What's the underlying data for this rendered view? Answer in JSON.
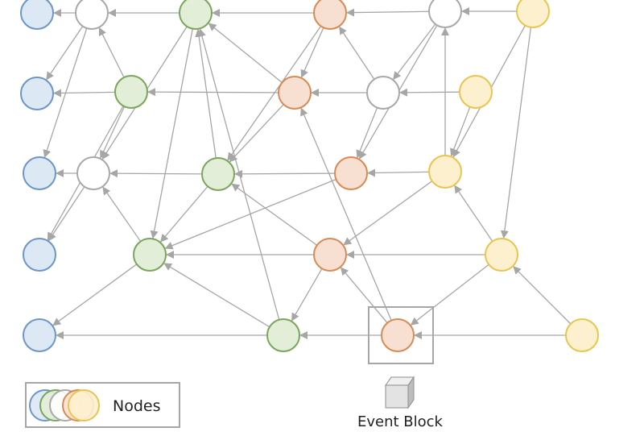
{
  "diagram": {
    "type": "directed-graph",
    "node_kinds": {
      "blue": {
        "fill": "#dde8f5",
        "stroke": "#6d95c6"
      },
      "white": {
        "fill": "#ffffff",
        "stroke": "#a8a8a8"
      },
      "green": {
        "fill": "#e2eed8",
        "stroke": "#7aa55a"
      },
      "orange": {
        "fill": "#f7e0d2",
        "stroke": "#d88a55"
      },
      "yellow": {
        "fill": "#fdf0cf",
        "stroke": "#e8c64e"
      }
    },
    "edge_color": "#a6a6a6",
    "nodes": [
      {
        "id": "b1",
        "kind": "blue",
        "row": 1,
        "col": 0
      },
      {
        "id": "w1",
        "kind": "white",
        "row": 1,
        "col": 1
      },
      {
        "id": "g1",
        "kind": "green",
        "row": 1,
        "col": 2
      },
      {
        "id": "o1",
        "kind": "orange",
        "row": 1,
        "col": 3
      },
      {
        "id": "w2",
        "kind": "white",
        "row": 1,
        "col": 4
      },
      {
        "id": "y1",
        "kind": "yellow",
        "row": 1,
        "col": 5
      },
      {
        "id": "b2",
        "kind": "blue",
        "row": 2,
        "col": 0
      },
      {
        "id": "g2",
        "kind": "green",
        "row": 2,
        "col": 1
      },
      {
        "id": "o2",
        "kind": "orange",
        "row": 2,
        "col": 3
      },
      {
        "id": "w3",
        "kind": "white",
        "row": 2,
        "col": 4
      },
      {
        "id": "y2",
        "kind": "yellow",
        "row": 2,
        "col": 5
      },
      {
        "id": "b3",
        "kind": "blue",
        "row": 3,
        "col": 0
      },
      {
        "id": "w4",
        "kind": "white",
        "row": 3,
        "col": 1
      },
      {
        "id": "g3",
        "kind": "green",
        "row": 3,
        "col": 2
      },
      {
        "id": "o3",
        "kind": "orange",
        "row": 3,
        "col": 3
      },
      {
        "id": "y3",
        "kind": "yellow",
        "row": 3,
        "col": 4
      },
      {
        "id": "b4",
        "kind": "blue",
        "row": 4,
        "col": 0
      },
      {
        "id": "g4",
        "kind": "green",
        "row": 4,
        "col": 1
      },
      {
        "id": "o4",
        "kind": "orange",
        "row": 4,
        "col": 3
      },
      {
        "id": "y4",
        "kind": "yellow",
        "row": 4,
        "col": 5
      },
      {
        "id": "b5",
        "kind": "blue",
        "row": 5,
        "col": 0
      },
      {
        "id": "g5",
        "kind": "green",
        "row": 5,
        "col": 2
      },
      {
        "id": "o5",
        "kind": "orange",
        "row": 5,
        "col": 3,
        "event_block": true
      },
      {
        "id": "y5",
        "kind": "yellow",
        "row": 5,
        "col": 5
      }
    ],
    "edges": [
      [
        "w1",
        "b1"
      ],
      [
        "g1",
        "w1"
      ],
      [
        "o1",
        "g1"
      ],
      [
        "w2",
        "o1"
      ],
      [
        "y1",
        "w2"
      ],
      [
        "w1",
        "b2"
      ],
      [
        "w1",
        "b3"
      ],
      [
        "g2",
        "w1"
      ],
      [
        "g2",
        "b2"
      ],
      [
        "g2",
        "w4"
      ],
      [
        "g2",
        "b4"
      ],
      [
        "g1",
        "g4"
      ],
      [
        "g1",
        "w4"
      ],
      [
        "g3",
        "g1"
      ],
      [
        "g5",
        "g1"
      ],
      [
        "o2",
        "g1"
      ],
      [
        "o2",
        "g2"
      ],
      [
        "o1",
        "o2"
      ],
      [
        "o1",
        "g3"
      ],
      [
        "w3",
        "o2"
      ],
      [
        "w3",
        "o1"
      ],
      [
        "w3",
        "o3"
      ],
      [
        "w2",
        "w3"
      ],
      [
        "w2",
        "o3"
      ],
      [
        "y3",
        "w2"
      ],
      [
        "y2",
        "w3"
      ],
      [
        "y2",
        "y3"
      ],
      [
        "y1",
        "y3"
      ],
      [
        "y1",
        "y4"
      ],
      [
        "w4",
        "b3"
      ],
      [
        "w4",
        "b4"
      ],
      [
        "g3",
        "w4"
      ],
      [
        "g3",
        "g4"
      ],
      [
        "o3",
        "g3"
      ],
      [
        "o2",
        "g3"
      ],
      [
        "y3",
        "o3"
      ],
      [
        "o3",
        "g4"
      ],
      [
        "g4",
        "w4"
      ],
      [
        "g4",
        "b5"
      ],
      [
        "o4",
        "g4"
      ],
      [
        "o4",
        "g3"
      ],
      [
        "o4",
        "g5"
      ],
      [
        "y3",
        "o4"
      ],
      [
        "y4",
        "o4"
      ],
      [
        "y4",
        "y3"
      ],
      [
        "y4",
        "o5"
      ],
      [
        "o5",
        "o4"
      ],
      [
        "o5",
        "o2"
      ],
      [
        "o5",
        "g5"
      ],
      [
        "y5",
        "o5"
      ],
      [
        "y5",
        "y4"
      ],
      [
        "g5",
        "b5"
      ],
      [
        "g5",
        "g4"
      ]
    ]
  },
  "legend": {
    "label": "Nodes",
    "swatch_order": [
      "blue",
      "green",
      "white",
      "orange",
      "yellow"
    ]
  },
  "event_block": {
    "label": "Event Block",
    "icon": "cube-icon"
  }
}
